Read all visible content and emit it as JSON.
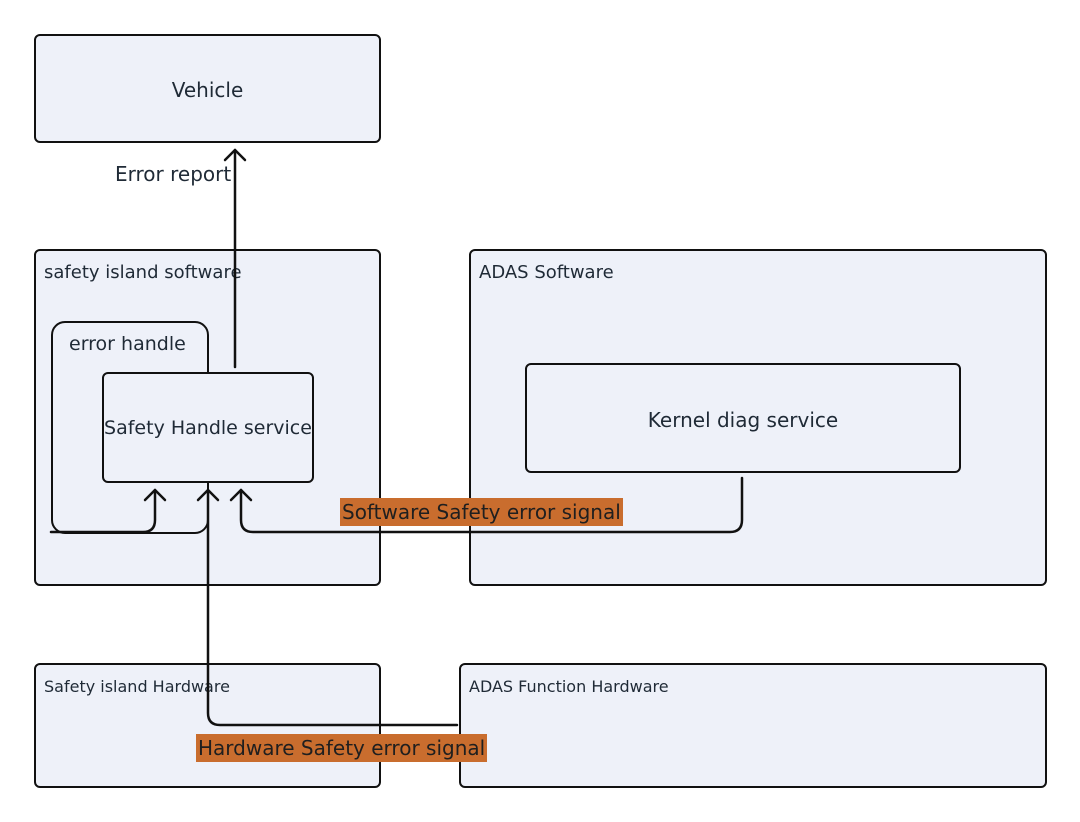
{
  "nodes": {
    "vehicle": "Vehicle",
    "safety_island_software": "safety island software",
    "error_handle": "error handle",
    "safety_handle_service": "Safety Handle service",
    "adas_software": "ADAS Software",
    "kernel_diag_service": "Kernel diag service",
    "safety_island_hardware": "Safety island Hardware",
    "adas_function_hardware": "ADAS Function Hardware"
  },
  "edges": {
    "error_report": "Error report",
    "software_signal": "Software Safety error signal",
    "hardware_signal": "Hardware  Safety error signal"
  },
  "colors": {
    "box_fill": "#eef1f9",
    "border": "#111111",
    "signal_highlight": "#c96d2e"
  }
}
